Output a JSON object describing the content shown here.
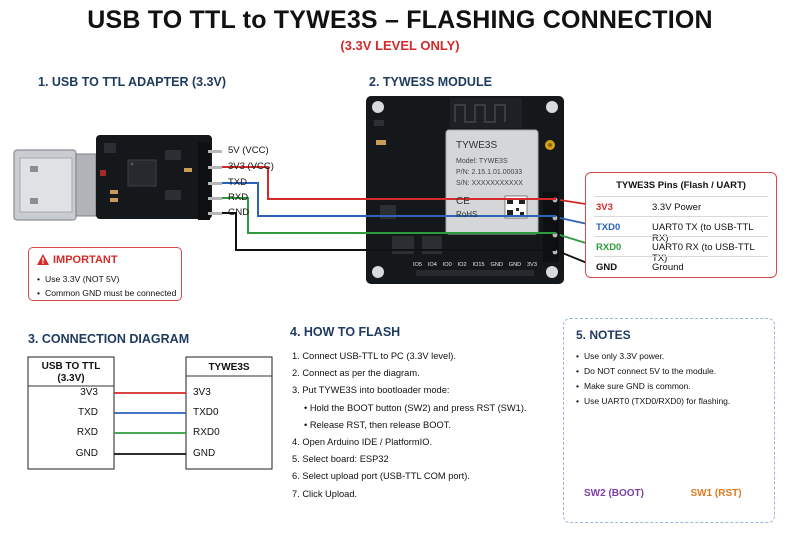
{
  "header": {
    "title": "USB TO TTL to TYWE3S – FLASHING CONNECTION",
    "subtitle": "(3.3V LEVEL ONLY)"
  },
  "adapter": {
    "heading": "1. USB TO TTL ADAPTER (3.3V)",
    "pins": [
      "5V (VCC)",
      "3V3 (VCC)",
      "TXD",
      "RXD",
      "GND"
    ]
  },
  "module": {
    "heading": "2. TYWE3S MODULE",
    "shield_name": "TYWE3S",
    "shield_model": "Model: TYWE3S",
    "shield_pn": "P/N: 2.15.1.01.00033",
    "shield_sn": "S/N: XXXXXXXXXXX",
    "shield_ce": "CE",
    "shield_rohs": "RoHS",
    "bottom_pins": [
      "IO5",
      "IO4",
      "IO0",
      "IO2",
      "IO15",
      "GND",
      "GND",
      "3V3"
    ]
  },
  "important": {
    "title": "IMPORTANT",
    "items": [
      "Use 3.3V (NOT 5V)",
      "Common GND must be connected"
    ]
  },
  "pin_table": {
    "title": "TYWE3S Pins (Flash / UART)",
    "rows": [
      {
        "pin": "3V3",
        "function": "3.3V Power",
        "color": "#d32a2a"
      },
      {
        "pin": "TXD0",
        "function": "UART0 TX (to USB-TTL RX)",
        "color": "#2c63b8"
      },
      {
        "pin": "RXD0",
        "function": "UART0 RX (to USB-TTL TX)",
        "color": "#2e9a3c"
      },
      {
        "pin": "GND",
        "function": "Ground",
        "color": "#111111"
      }
    ]
  },
  "connection_diagram": {
    "heading": "3. CONNECTION DIAGRAM",
    "left_header": "USB TO TTL\n(3.3V)",
    "right_header": "TYWE3S",
    "rows": [
      {
        "left": "3V3",
        "right": "3V3",
        "color": "#d32a2a"
      },
      {
        "left": "TXD",
        "right": "TXD0",
        "color": "#2c63b8"
      },
      {
        "left": "RXD",
        "right": "RXD0",
        "color": "#2e9a3c"
      },
      {
        "left": "GND",
        "right": "GND",
        "color": "#111111"
      }
    ]
  },
  "how_to_flash": {
    "heading": "4. HOW TO FLASH",
    "steps": [
      "1. Connect USB-TTL to PC (3.3V level).",
      "2. Connect as per the diagram.",
      "3. Put TYWE3S into bootloader mode:",
      "•  Hold the BOOT button (SW2) and press RST (SW1).",
      "•  Release RST, then release BOOT.",
      "4. Open Arduino IDE / PlatformIO.",
      "5. Select board: ESP32",
      "6. Select upload port (USB-TTL COM port).",
      "7. Click Upload."
    ]
  },
  "notes": {
    "heading": "5. NOTES",
    "items": [
      "Use only 3.3V power.",
      "Do NOT connect 5V to the module.",
      "Make sure GND is common.",
      "Use UART0 (TXD0/RXD0) for flashing."
    ],
    "sw2_label": "SW2 (BOOT)",
    "sw2_color": "#7b3fa0",
    "sw1_label": "SW1 (RST)",
    "sw1_color": "#e07a1f"
  },
  "colors": {
    "vcc": "#d32a2a",
    "tx": "#2c63b8",
    "rx": "#2e9a3c",
    "gnd": "#111111",
    "heading": "#1f3a5f",
    "alert": "#d32a2a"
  }
}
